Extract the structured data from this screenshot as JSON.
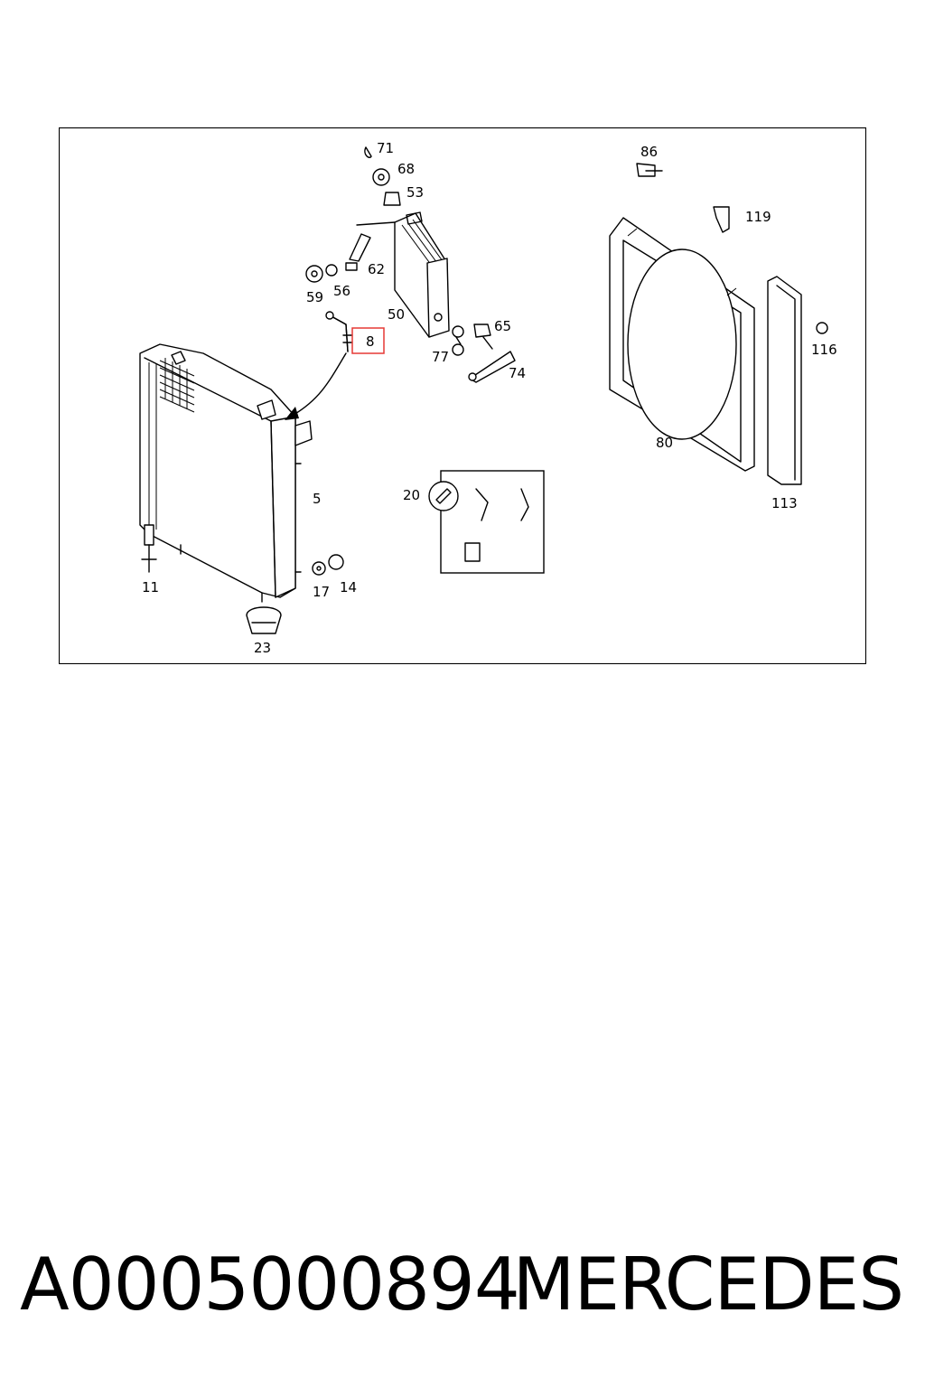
{
  "diagram": {
    "callouts": [
      "71",
      "68",
      "53",
      "86",
      "119",
      "62",
      "59",
      "56",
      "50",
      "65",
      "8",
      "77",
      "74",
      "116",
      "5",
      "80",
      "20",
      "113",
      "11",
      "17",
      "14",
      "23"
    ],
    "highlighted": "8",
    "highlight_color": "#e53935"
  },
  "caption": {
    "part_number": "A0005000894",
    "brand": "MERCEDES"
  }
}
